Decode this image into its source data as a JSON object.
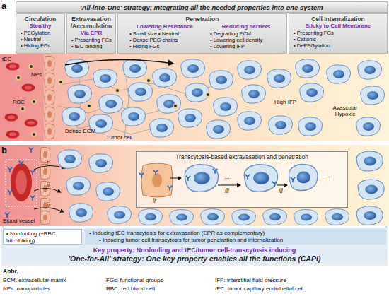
{
  "diagram": {
    "nodes": [
      {
        "text": [
          "'All-into-One' strategy: Integrating all the needed properties into one system"
        ]
      },
      {
        "text": [
          "Circulation",
          "Stealthy",
          "• PEGylation",
          "• Neutral",
          "• Hiding FGs"
        ]
      },
      {
        "text": [
          "Extravasation /Accumulation",
          "Via EPR",
          "• Presenting FGs",
          "• tEC binding"
        ]
      },
      {
        "text": [
          "Penetration"
        ]
      },
      {
        "text": [
          "Lowering Resistance",
          "• Small size • Neutral",
          "• Dense PEG chains",
          "• Hiding FGs"
        ],
        "in": 3
      },
      {
        "text": [
          "Reducing barriers",
          "• Degrading ECM",
          "• Lowering cell density",
          "• Lowering IFP"
        ],
        "in": 3
      },
      {
        "text": [
          "Cell Internalization",
          "Sticky to Cell Membrane",
          "• Presenting FGs",
          "• Cationic",
          "• DePEGylation"
        ]
      },
      {
        "text": [
          "Transcytosis-based extravasation and penetration"
        ]
      },
      {
        "text": [
          "Key property: Nonfouling and tEC/tumor cell-transcytosis inducing",
          "'One-for-All' strategy: One key property enables all the functions (CAPI)"
        ]
      },
      {
        "text": [
          "• Nonfouling (+RBC hitchhiking)"
        ],
        "in": 8
      },
      {
        "text": [
          "• Inducing tEC transcytosis for extravasation (EPR as complementary)",
          "• Inducing tumor cell transcytosis for tumor penetration and internalization"
        ],
        "in": 8
      }
    ],
    "labels": [
      "a",
      "tEC",
      "NPs",
      "RBC",
      "Dense ECM",
      "Tumor cell",
      "High IFP",
      "Avascular Hypoxic",
      "b",
      "i",
      "ii",
      "ii",
      "ii",
      "iii",
      "iii",
      "...",
      "...",
      "Blood vessel",
      "Abbr.",
      "ECM: extracellular matrix",
      "FGs: functional groups",
      "IFP: interstitial fluid pressure",
      "NPs: nanoparticles",
      "RBC: red blood cell",
      "tEC: tumor capillary endothelial cell"
    ]
  }
}
